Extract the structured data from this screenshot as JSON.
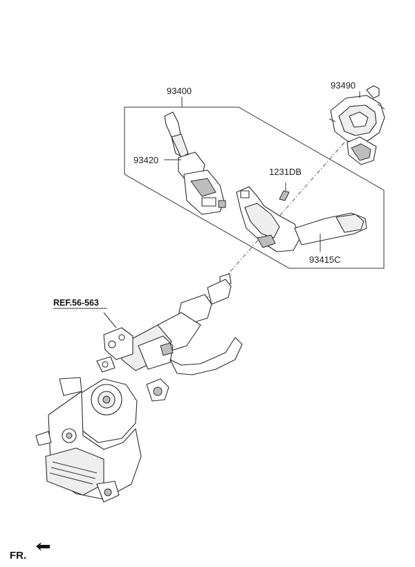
{
  "labels": {
    "assembly": "93400",
    "clock_spring": "93490",
    "wiper_switch": "93420",
    "screw": "1231DB",
    "light_switch": "93415C",
    "reference": "REF.56-563",
    "front_indicator": "FR."
  },
  "colors": {
    "line": "#333333",
    "part_fill": "#ffffff",
    "shade": "#bdbdbd"
  }
}
